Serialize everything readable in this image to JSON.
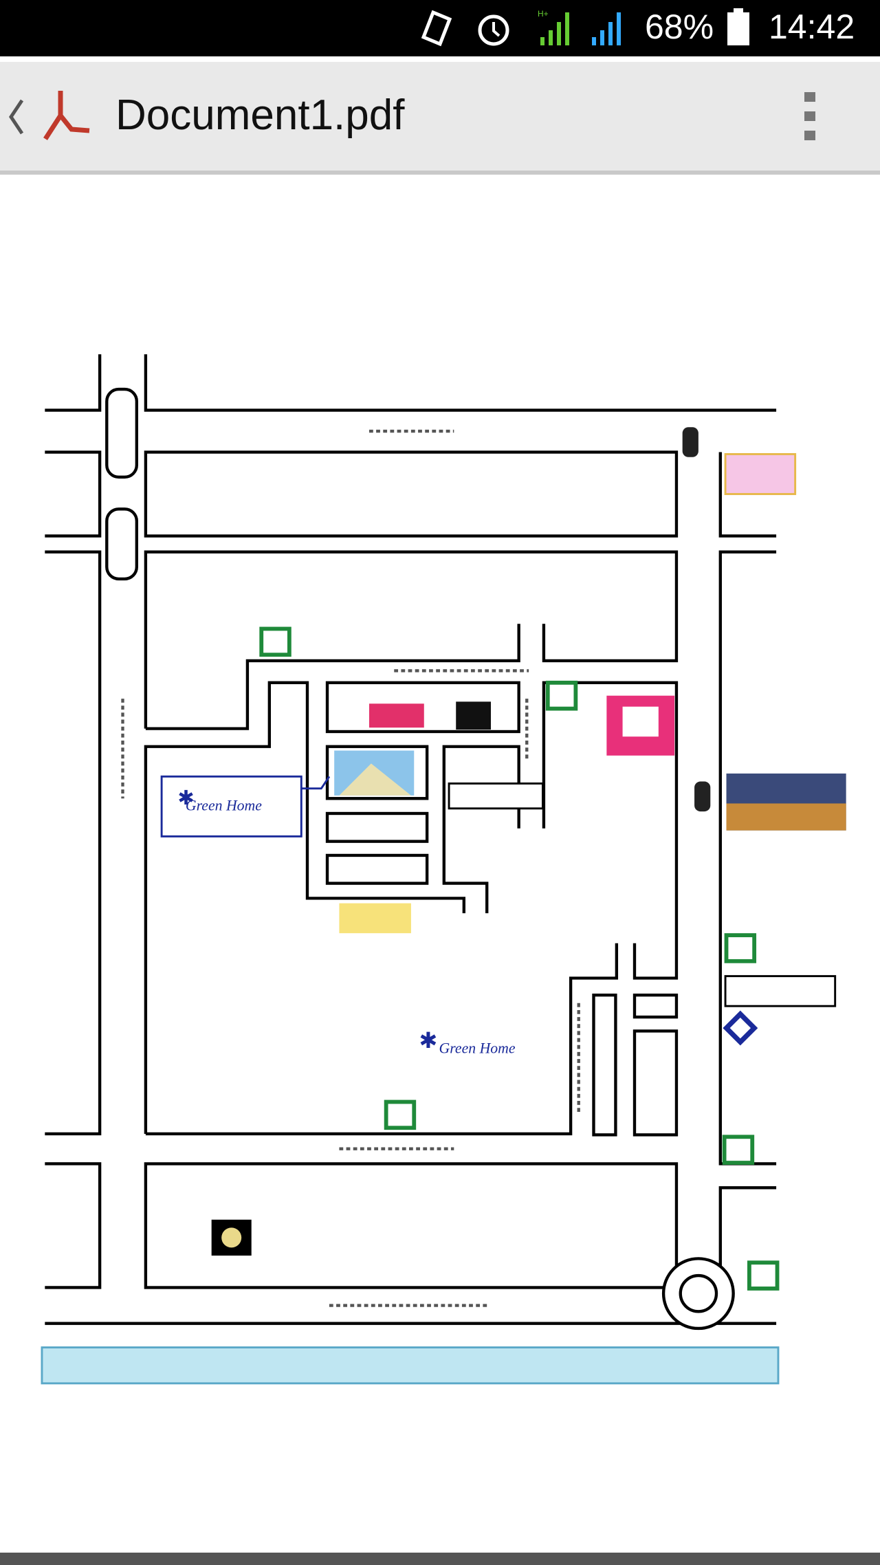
{
  "status_bar": {
    "battery": "68%",
    "time": "14:42",
    "icons": [
      "rotate-icon",
      "alarm-icon",
      "signal-hplus-icon",
      "signal-icon",
      "battery-icon"
    ]
  },
  "app_bar": {
    "title": "Document1.pdf",
    "icons": [
      "back-icon",
      "pdf-icon",
      "overflow-menu-icon"
    ]
  },
  "map": {
    "logo_text": "Green Home",
    "colors": {
      "river": "#bfe6f2",
      "seven_eleven": "#1f8a3a",
      "logo_blue": "#1a2a9a"
    }
  }
}
